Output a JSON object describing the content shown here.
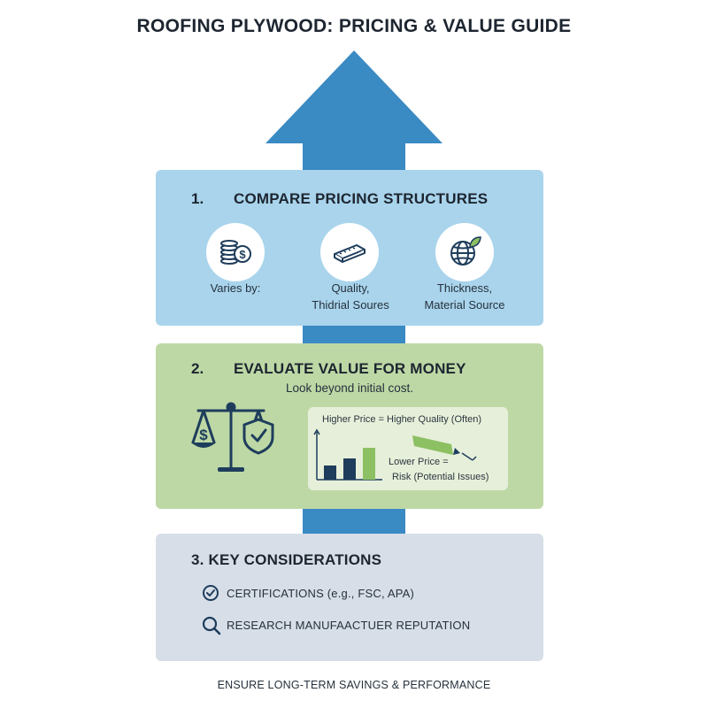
{
  "title": "ROOFING PLYWOOD: PRICING & VALUE GUIDE",
  "colors": {
    "arrow": "#3a8ac3",
    "panel1": "#a9d4ec",
    "panel2": "#bdd8a5",
    "panel3": "#d7dee7",
    "dark_navy": "#1e3d5c",
    "green_accent": "#8cc063"
  },
  "section1": {
    "number": "1.",
    "heading": "COMPARE PRICING STRUCTURES",
    "items": [
      {
        "icon": "coins-dollar-icon",
        "caption_line1": "Varies by:",
        "caption_line2": ""
      },
      {
        "icon": "plywood-sheets-icon",
        "caption_line1": "Quality,",
        "caption_line2": "Thidrial Soures"
      },
      {
        "icon": "globe-leaf-icon",
        "caption_line1": "Thickness,",
        "caption_line2": "Material Source"
      }
    ]
  },
  "section2": {
    "number": "2.",
    "heading": "EVALUATE VALUE FOR MONEY",
    "subtitle": "Look beyond initial cost.",
    "scale_icon": "balance-scale-shield-icon",
    "inset": {
      "top_text": "Higher Price = Higher Quality (Often)",
      "lower_line1": "Lower Price =",
      "lower_line2": "Risk (Potential Issues)"
    }
  },
  "section3": {
    "heading": "3. KEY CONSIDERATIONS",
    "items": [
      {
        "icon": "check-circle-icon",
        "text": "CERTIFICATIONS (e.g., FSC, APA)"
      },
      {
        "icon": "magnifier-icon",
        "text": "RESEARCH MANUFAACTUER REPUTATION"
      }
    ]
  },
  "footer": "ENSURE LONG-TERM SAVINGS & PERFORMANCE"
}
